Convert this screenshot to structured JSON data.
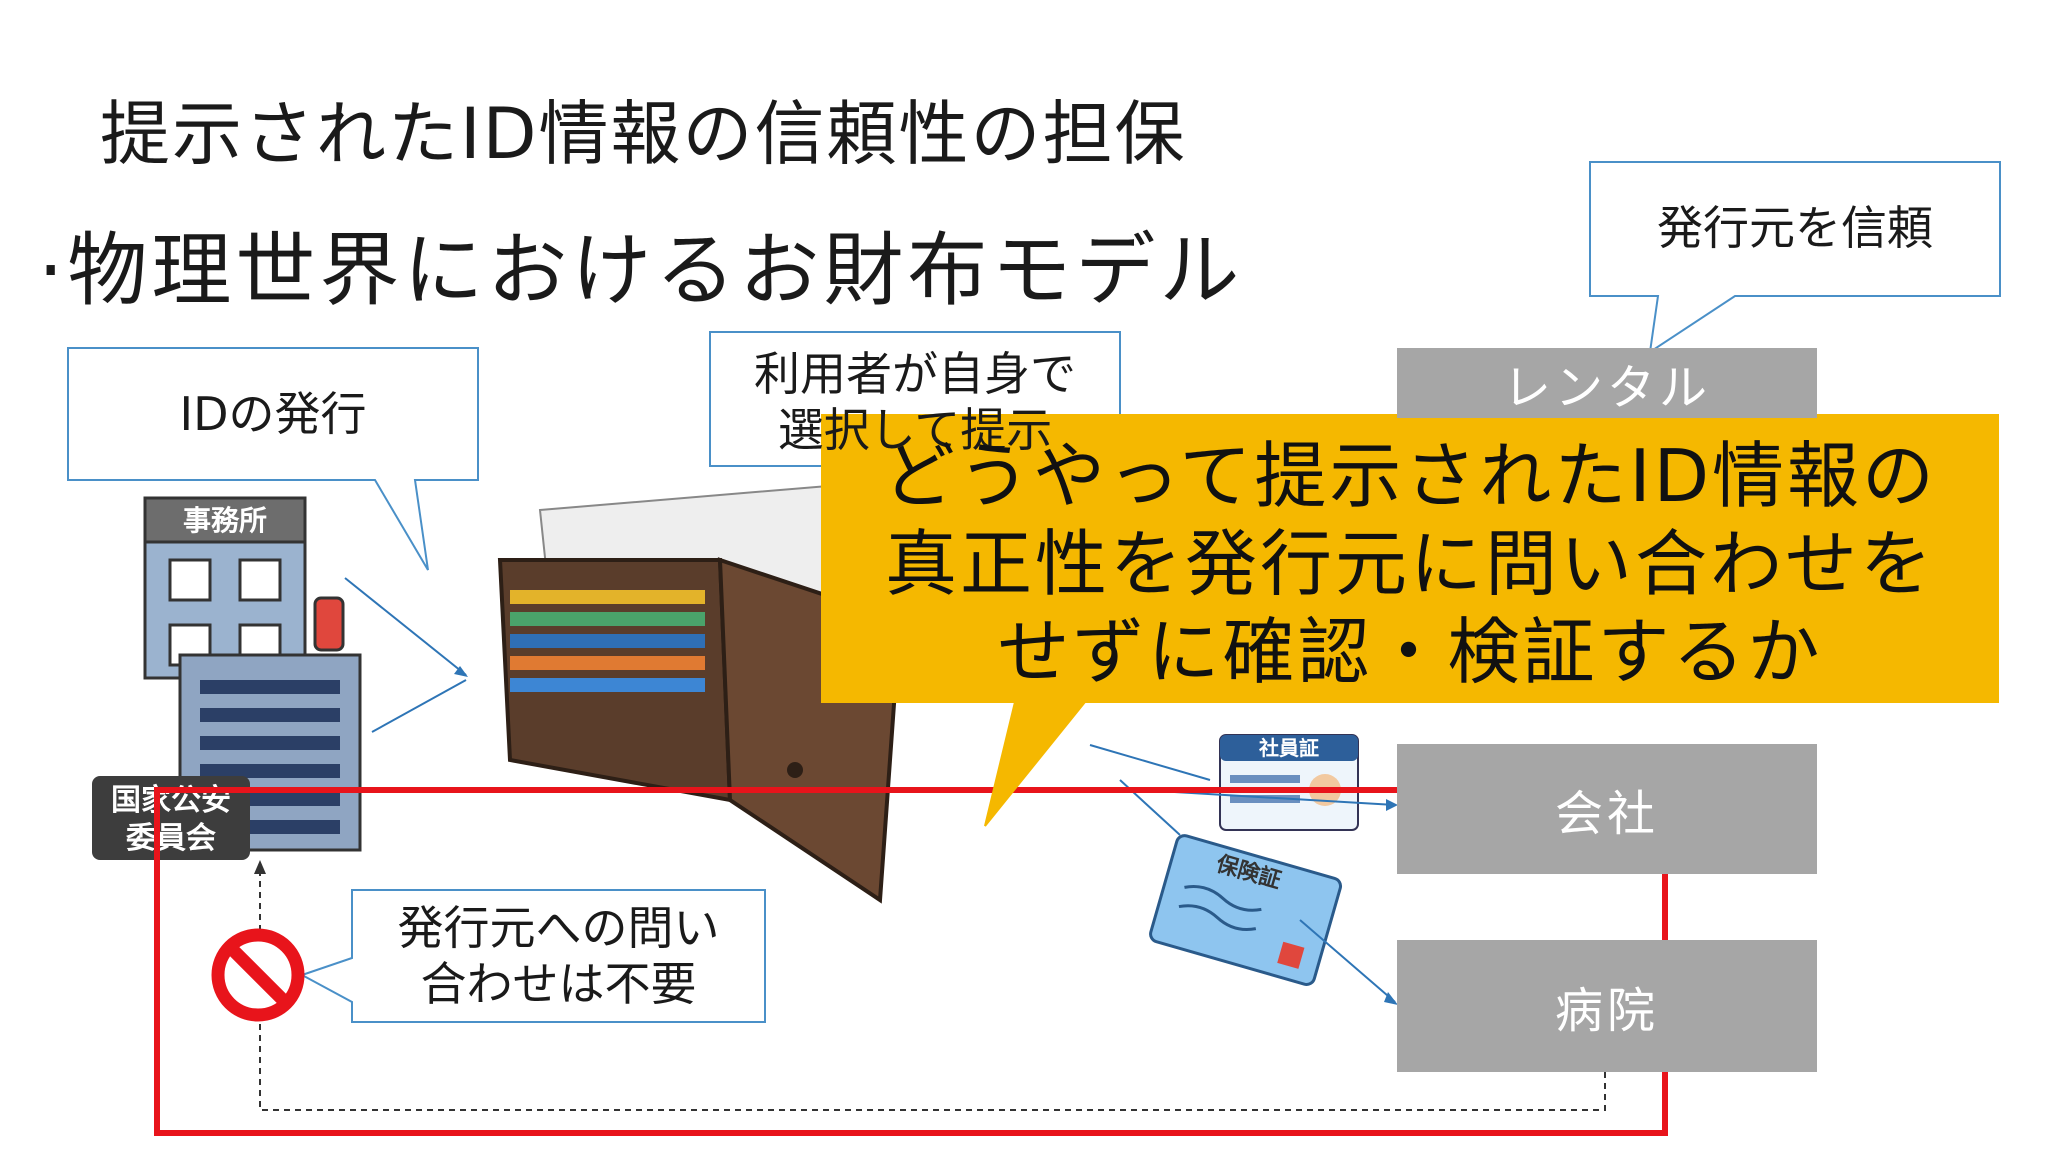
{
  "slide": {
    "title": "提示されたID情報の信頼性の担保",
    "subtitle": "·物理世界におけるお財布モデル"
  },
  "callouts": {
    "trust_issuer": "発行元を信頼",
    "id_issuance": "IDの発行",
    "user_select_line1": "利用者が自身で",
    "user_select_line2": "選択して提示",
    "no_inquiry_line1": "発行元への問い",
    "no_inquiry_line2": "合わせは不要"
  },
  "verifiers": {
    "rental": "レンタル",
    "company": "会社",
    "hospital": "病院"
  },
  "banner": {
    "line1": "どうやって提示されたID情報の",
    "line2": "真正性を発行元に問い合わせを",
    "line3": "せずに確認・検証するか"
  },
  "illustrations": {
    "office_sign": "事務所",
    "police_sign_line1": "国家公安",
    "police_sign_line2": "委員会",
    "employee_card": "社員証",
    "insurance_card": "保険証"
  },
  "colors": {
    "callout_border": "#4a90c8",
    "banner_fill": "#f5b800",
    "gray_box": "#a6a6a6",
    "red_frame": "#e8141b",
    "wallet_brown": "#5a3d2b"
  }
}
